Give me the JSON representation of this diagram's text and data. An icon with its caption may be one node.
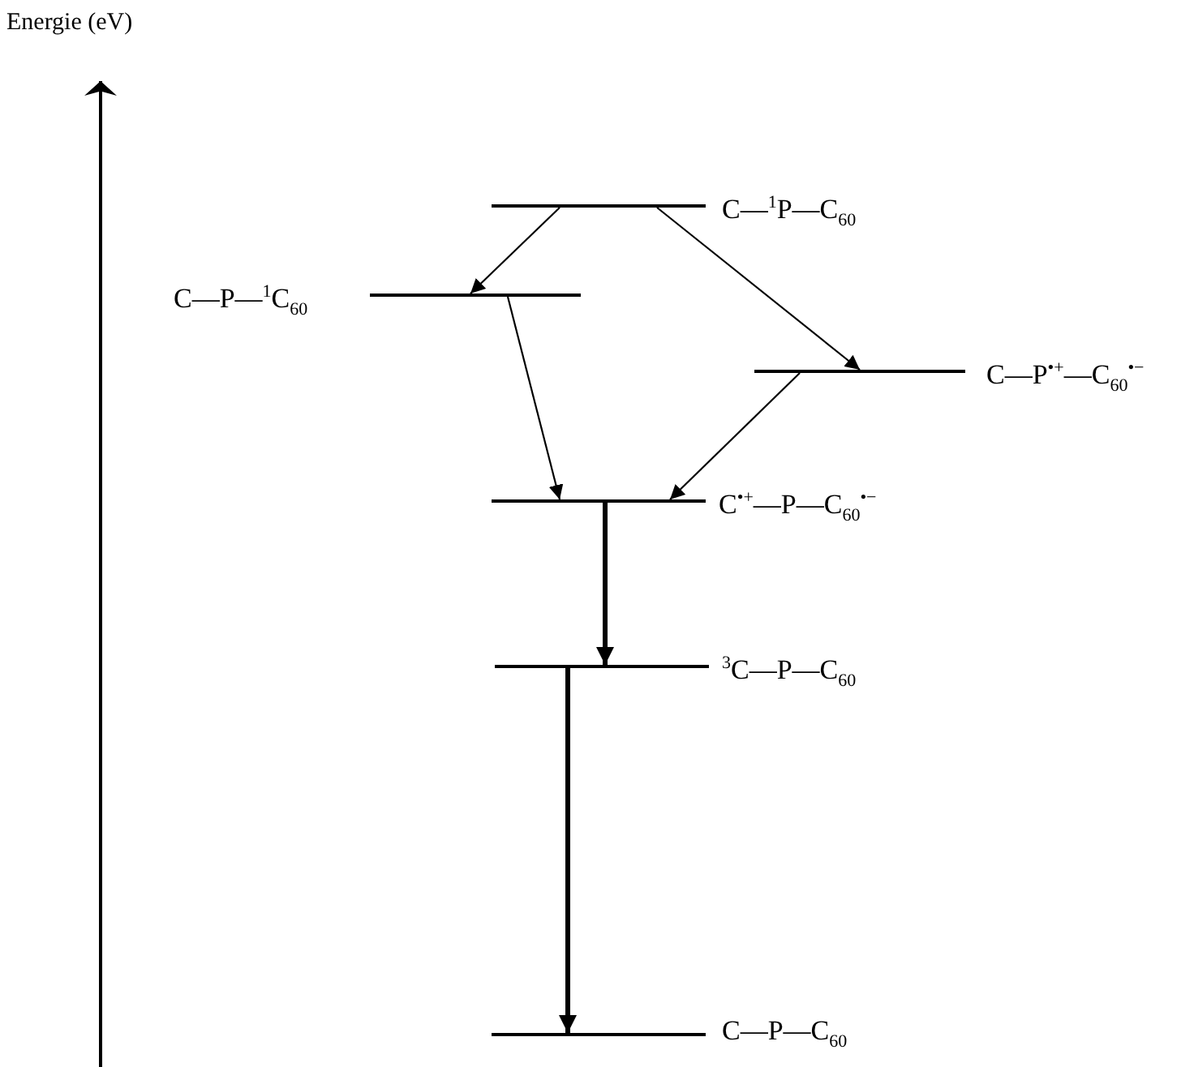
{
  "diagram": {
    "nodes": [
      {
        "text": [
          "C—$^{1}$P—C$_{60}$"
        ]
      },
      {
        "text": [
          "C—P—$^{1}$C$_{60}$"
        ]
      },
      {
        "text": [
          "C—P$^{•+}$—C$_{60}$$^{•−}$"
        ]
      },
      {
        "text": [
          "C$^{•+}$—P—C$_{60}$$^{•−}$"
        ]
      },
      {
        "text": [
          "$^{3}$C—P—C$_{60}$"
        ]
      },
      {
        "text": [
          "C—P—C$_{60}$"
        ]
      }
    ],
    "edges": [
      {
        "from": 0,
        "to": 1,
        "arrow": "to"
      },
      {
        "from": 0,
        "to": 2,
        "arrow": "to"
      },
      {
        "from": 1,
        "to": 3,
        "arrow": "to"
      },
      {
        "from": 2,
        "to": 3,
        "arrow": "to"
      },
      {
        "from": 3,
        "to": 4,
        "arrow": "to",
        "style": "thick"
      },
      {
        "from": 4,
        "to": 5,
        "arrow": "to",
        "style": "thick"
      }
    ],
    "labels": [
      "Energie (eV)"
    ]
  }
}
